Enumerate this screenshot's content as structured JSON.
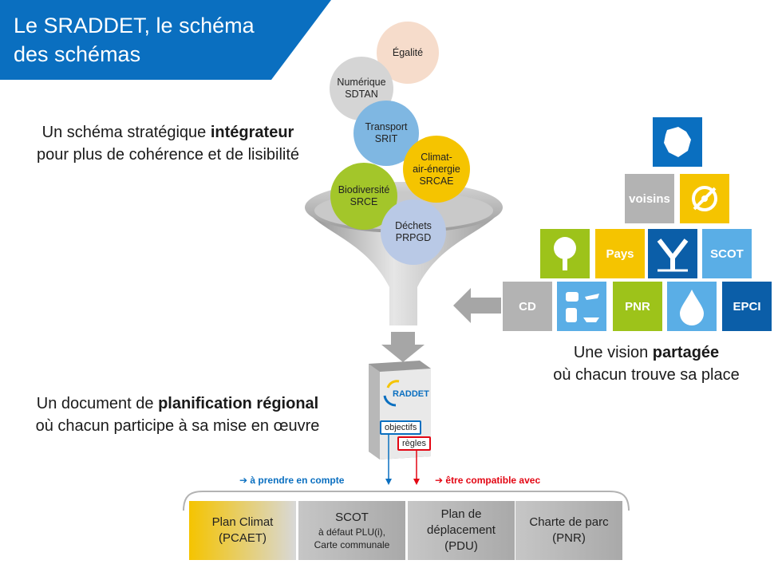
{
  "title": {
    "line1": "Le SRADDET, le schéma",
    "line2": "des schémas"
  },
  "integrator": {
    "pre": "Un schéma stratégique ",
    "bold": "intégrateur",
    "line2": "pour plus de cohérence et de lisibilité"
  },
  "planning": {
    "pre": "Un document de ",
    "bold": "planification régional",
    "line2": "où chacun participe à sa mise en œuvre"
  },
  "shared": {
    "pre": "Une vision ",
    "bold": "partagée",
    "line2": "où chacun trouve sa place"
  },
  "schemes": [
    {
      "line1": "Égalité",
      "line2": "",
      "color": "#f6dccb"
    },
    {
      "line1": "Numérique",
      "line2": "SDTAN",
      "color": "#d5d5d5"
    },
    {
      "line1": "Transport",
      "line2": "SRIT",
      "color": "#7fb7e2"
    },
    {
      "line1": "Climat-",
      "line2": "air-énergie",
      "line3": "SRCAE",
      "color": "#f5c400"
    },
    {
      "line1": "Biodiversité",
      "line2": "SRCE",
      "color": "#a3c62a"
    },
    {
      "line1": "Déchets",
      "line2": "PRPGD",
      "color": "#b9c9e6"
    }
  ],
  "actors": {
    "voisins": "voisins",
    "pays": "Pays",
    "scot": "SCOT",
    "cd": "CD",
    "pnr": "PNR",
    "epci": "EPCI"
  },
  "book": {
    "brand": "RADDET",
    "objectifs": "objectifs",
    "regles": "règles"
  },
  "relations": {
    "take_into_account": "à prendre en compte",
    "compatible": "être compatible avec"
  },
  "documents": [
    {
      "line1": "Plan Climat",
      "line2": "(PCAET)"
    },
    {
      "line1": "SCOT",
      "small1": "à défaut PLU(i),",
      "small2": "Carte communale"
    },
    {
      "line1": "Plan de",
      "line2": "déplacement",
      "line3": "(PDU)"
    },
    {
      "line1": "Charte de parc",
      "line2": "(PNR)"
    }
  ],
  "colors": {
    "blue": "#0a6fc0",
    "green": "#9dc31a",
    "yellow": "#f5c400",
    "light_blue": "#5aaee6",
    "grey": "#b3b3b3",
    "dark_blue": "#0b5ea8",
    "red": "#e30613"
  }
}
